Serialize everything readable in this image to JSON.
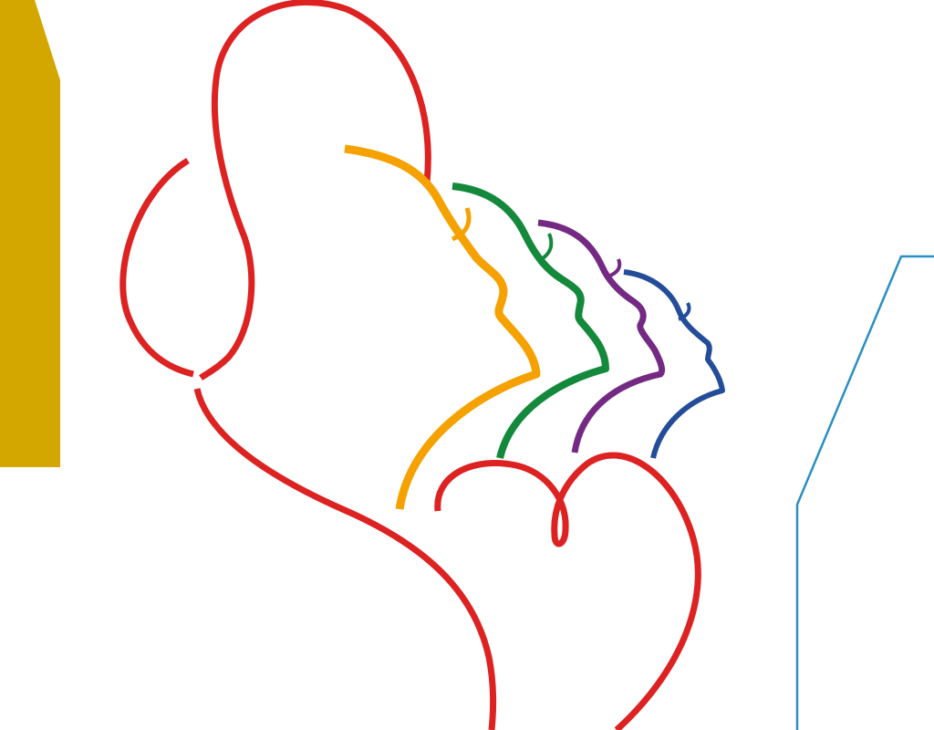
{
  "colors": {
    "background": "#ffffff",
    "gold_panel": "#d4a600",
    "red_ribbon": "#dd2222",
    "orange_profile": "#f5a100",
    "green_profile": "#14893c",
    "purple_profile": "#742a82",
    "blue_profile": "#244d99",
    "outline_frame": "#2a8fc2"
  },
  "elements": {
    "gold_panel": "gold-panel",
    "frame_outline": "cyan-frame-outline",
    "main_ribbon": "red-mother-figure",
    "heart": "red-heart",
    "profiles": [
      "orange-face-profile",
      "green-face-profile",
      "purple-face-profile",
      "blue-face-profile"
    ]
  }
}
